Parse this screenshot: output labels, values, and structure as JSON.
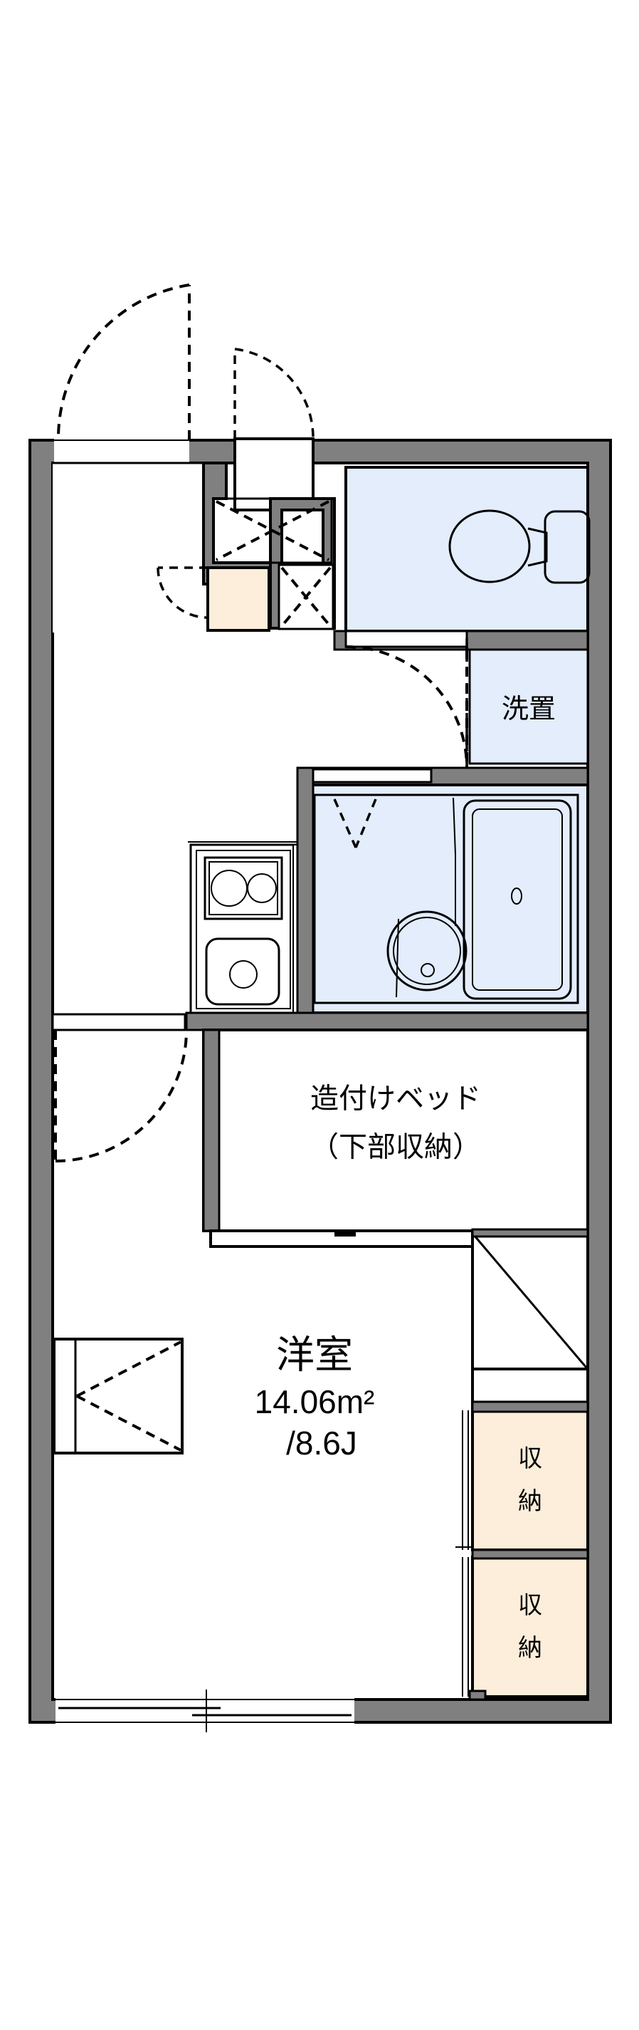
{
  "document": {
    "kind": "residential-floor-plan",
    "style": "japanese-apartment-1k"
  },
  "rooms": {
    "main_room": {
      "name": "洋室",
      "area_metric": "14.06m²",
      "area_tatami": "/8.6J"
    },
    "built_in_bed": {
      "line1": "造付けベッド",
      "line2": "（下部収納）"
    },
    "laundry": {
      "label": "洗置"
    },
    "closet_upper": {
      "label_char1": "収",
      "label_char2": "納"
    },
    "closet_lower": {
      "label_char1": "収",
      "label_char2": "納"
    }
  },
  "fixtures": {
    "toilet": "toilet-icon",
    "bathtub": "bathtub-icon",
    "washbasin": "washbasin-icon",
    "stove": "two-burner-stove-icon",
    "sink": "kitchen-sink-icon",
    "genkan_step": "genkan-step",
    "shoe_box": "shoe-box",
    "niche": "alcove-niche"
  },
  "openings": {
    "entrance_door": "entrance-door-swing",
    "toilet_door": "toilet-door-swing",
    "bath_door": "bath-door-swing",
    "room_door": "room-door-swing",
    "closet_sliding": "closet-sliding-doors",
    "window_left": "left-window",
    "window_bottom": "bottom-window",
    "window_top_small": "top-small-window"
  },
  "colors": {
    "wall": "#808080",
    "wall_outline": "#000000",
    "wet_area": "#e3edfb",
    "storage": "#fceedb",
    "floor": "#ffffff"
  }
}
